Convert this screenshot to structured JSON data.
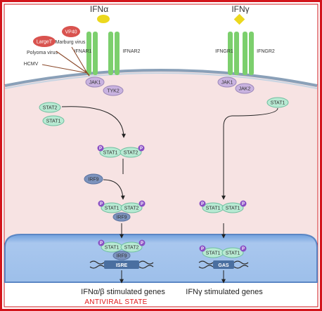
{
  "left": {
    "ligand": "IFNα",
    "receptor1": "IFNAR1",
    "receptor2": "IFNAR2",
    "kinase1": "JAK1",
    "kinase2": "TYK2",
    "free_stat_a": "STAT2",
    "free_stat_b": "STAT1",
    "dimer_a": "STAT1",
    "dimer_b": "STAT2",
    "irf": "IRF9",
    "complex_a": "STAT1",
    "complex_b": "STAT2",
    "complex_irf": "IRF9",
    "nuc_a": "STAT1",
    "nuc_b": "STAT2",
    "nuc_irf": "IRF9",
    "element": "ISRE",
    "output": "IFNα/β stimulated genes",
    "state": "ANTIVIRAL STATE"
  },
  "right": {
    "ligand": "IFNγ",
    "receptor1": "IFNGR1",
    "receptor2": "IFNGR2",
    "kinase1": "JAK1",
    "kinase2": "JAK2",
    "free_stat": "STAT1",
    "dimer_a": "STAT1",
    "dimer_b": "STAT1",
    "nuc_a": "STAT1",
    "nuc_b": "STAT1",
    "element": "GAS",
    "output": "IFNγ stimulated genes"
  },
  "inhibitors": {
    "vp40": "VP40",
    "vp40_virus": "Marburg virus",
    "larget": "LargeT",
    "larget_virus": "Polyoma virus",
    "hcmv": "HCMV"
  },
  "phospho": "P",
  "colors": {
    "frame": "#d2141b",
    "cytoplasm": "#f7e3e3",
    "nucleus": "#8fb6e6",
    "receptor": "#7ccf6d",
    "jak": "#c9b3e0",
    "stat": "#b8ead3",
    "irf": "#7c93bd",
    "phospho": "#8a4fc4",
    "inhibitor": "#d9534f",
    "ligand_ifna": "#ecd81e",
    "ligand_ifng": "#ecd81e"
  }
}
